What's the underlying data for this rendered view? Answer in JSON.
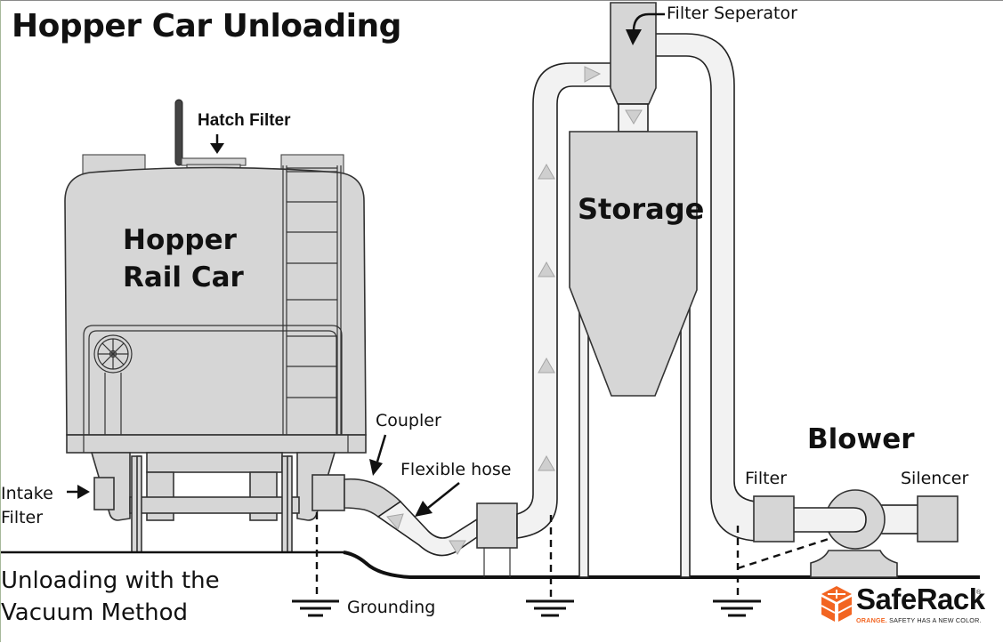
{
  "title": "Hopper Car Unloading",
  "subtitle_line1": "Unloading with the",
  "subtitle_line2": "Vacuum Method",
  "labels": {
    "hatch_filter": "Hatch Filter",
    "hopper_line1": "Hopper",
    "hopper_line2": "Rail Car",
    "coupler": "Coupler",
    "flexible_hose": "Flexible hose",
    "intake_line1": "Intake",
    "intake_line2": "Filter",
    "grounding": "Grounding",
    "storage": "Storage",
    "filter_separator": "Filter Seperator",
    "blower": "Blower",
    "filter": "Filter",
    "silencer": "Silencer"
  },
  "logo": {
    "brand": "SafeRack",
    "registered": "®",
    "tag_accent": "ORANGE.",
    "tag_rest": "SAFETY HAS A NEW COLOR."
  },
  "colors": {
    "equipment_fill": "#d6d6d6",
    "pipe_fill": "#f2f2f2",
    "outline": "#222222",
    "flow_arrow": "#c8c8c8",
    "brand_orange": "#f26522"
  }
}
